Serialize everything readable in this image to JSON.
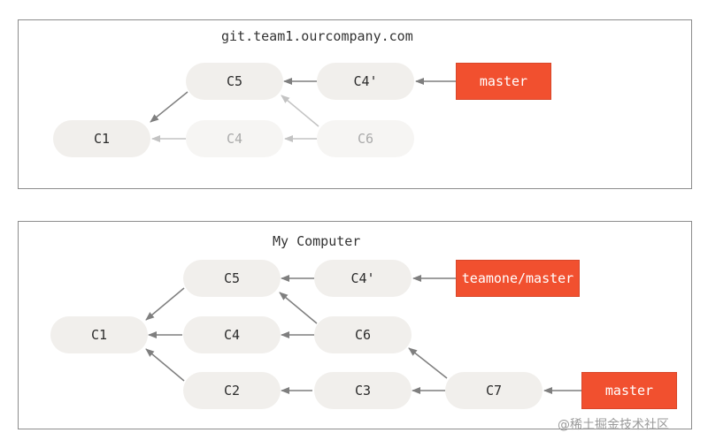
{
  "colors": {
    "commit_fill": "#f1efec",
    "branch_fill": "#f1502f",
    "arrow": "#7f7f7f",
    "arrow_faded": "#c3c3c3",
    "border": "#8c8c8c"
  },
  "server": {
    "title": "git.team1.ourcompany.com",
    "commits": {
      "c1": "C1",
      "c4": "C4",
      "c6": "C6",
      "c5": "C5",
      "c4p": "C4'"
    },
    "ref_master": "master"
  },
  "local": {
    "title": "My Computer",
    "commits": {
      "c1": "C1",
      "c5": "C5",
      "c4p": "C4'",
      "c4": "C4",
      "c6": "C6",
      "c2": "C2",
      "c3": "C3",
      "c7": "C7"
    },
    "ref_remote": "teamone/master",
    "ref_master": "master"
  },
  "watermark": "@稀土掘金技术社区"
}
